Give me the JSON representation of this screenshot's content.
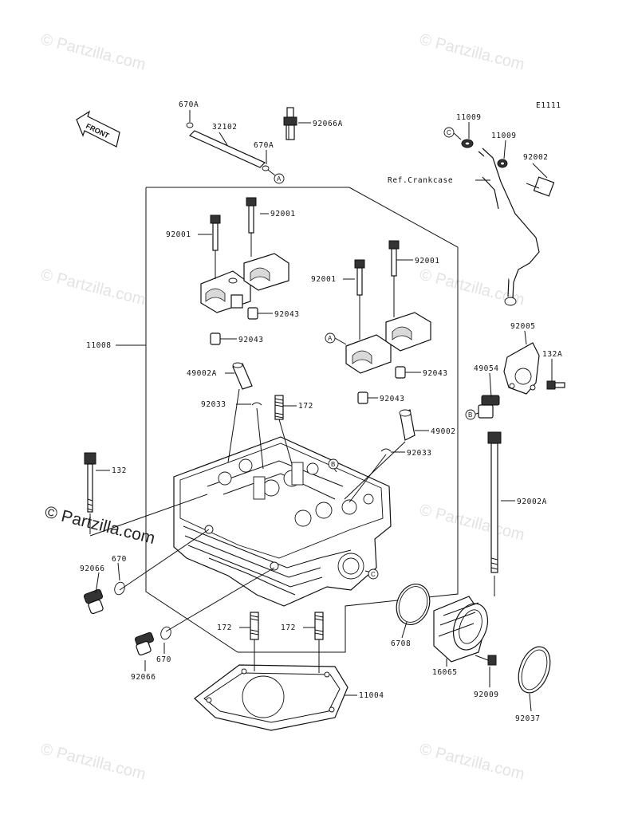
{
  "diagram_id": "E1111",
  "front_label": "FRONT",
  "ref_text": "Ref.Crankcase",
  "watermark": "© Partzilla.com",
  "callout_letters": {
    "a": "A",
    "b": "B",
    "c": "C"
  },
  "parts": {
    "p670A_top": "670A",
    "p32102": "32102",
    "p670A_mid": "670A",
    "p92066A": "92066A",
    "p11009_a": "11009",
    "p11009_b": "11009",
    "p92002": "92002",
    "p92001_a": "92001",
    "p92001_b": "92001",
    "p92001_c": "92001",
    "p92001_d": "92001",
    "p92043_a": "92043",
    "p92043_b": "92043",
    "p92043_c": "92043",
    "p92043_d": "92043",
    "p11008": "11008",
    "p49002A": "49002A",
    "p92033_a": "92033",
    "p172_a": "172",
    "p49002": "49002",
    "p92033_b": "92033",
    "p92005": "92005",
    "p49054": "49054",
    "p132A": "132A",
    "p132": "132",
    "p92002A": "92002A",
    "p92066_a": "92066",
    "p670_a": "670",
    "p172_b": "172",
    "p172_c": "172",
    "p670_b": "670",
    "p92066_b": "92066",
    "p11004": "11004",
    "p6708": "6708",
    "p16065": "16065",
    "p92009": "92009",
    "p92037": "92037"
  }
}
